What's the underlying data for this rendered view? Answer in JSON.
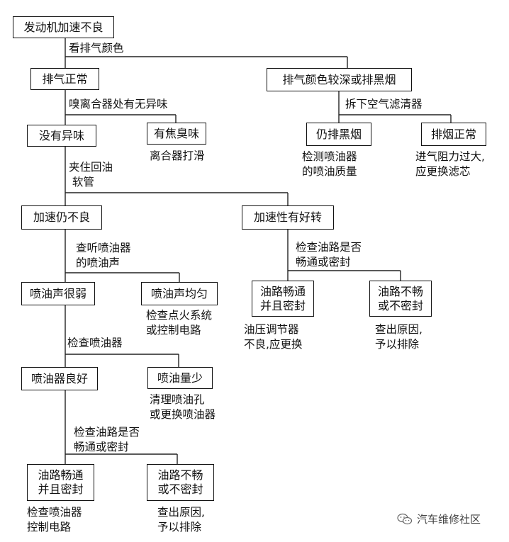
{
  "nodes": {
    "n1": [
      "发动机加速不良"
    ],
    "n2": [
      "排气正常"
    ],
    "n3": [
      "排气颜色较深或排黑烟"
    ],
    "n4": [
      "没有异味"
    ],
    "n5": [
      "有焦臭味"
    ],
    "n6": [
      "仍排黑烟"
    ],
    "n7": [
      "排烟正常"
    ],
    "n8": [
      "加速仍不良"
    ],
    "n9": [
      "加速性有好转"
    ],
    "n10": [
      "喷油声很弱"
    ],
    "n11": [
      "喷油声均匀"
    ],
    "n12": [
      "油路畅通",
      "并且密封"
    ],
    "n13": [
      "油路不畅",
      "或不密封"
    ],
    "n14": [
      "喷油器良好"
    ],
    "n15": [
      "喷油量少"
    ],
    "n16": [
      "油路畅通",
      "并且密封"
    ],
    "n17": [
      "油路不畅",
      "或不密封"
    ]
  },
  "labels": {
    "l1": [
      "看排气颜色"
    ],
    "l2": [
      "嗅离合器处有无异味"
    ],
    "l3": [
      "拆下空气滤清器"
    ],
    "l4": [
      "离合器打滑"
    ],
    "l5": [
      "检测喷油器",
      "的喷油质量"
    ],
    "l6": [
      "进气阻力过大,",
      "应更换滤芯"
    ],
    "l7": [
      "夹住回油",
      " 软管"
    ],
    "l8": [
      "查听喷油器",
      "的喷油声"
    ],
    "l9": [
      "检查油路是否",
      "畅通或密封"
    ],
    "l10": [
      "检查点火系统",
      "或控制电路"
    ],
    "l11": [
      "油压调节器",
      "不良,应更换"
    ],
    "l12": [
      "查出原因,",
      "予以排除"
    ],
    "l13": [
      "检查喷油器"
    ],
    "l14": [
      "清理喷油孔",
      "或更换喷油器"
    ],
    "l15": [
      "检查油路是否",
      "畅通或密封"
    ],
    "l16": [
      "检查喷油器",
      "控制电路"
    ],
    "l17": [
      "查出原因,",
      "予以排除"
    ]
  },
  "watermark": "汽车维修社区",
  "watermark_icon": "wechat-icon"
}
